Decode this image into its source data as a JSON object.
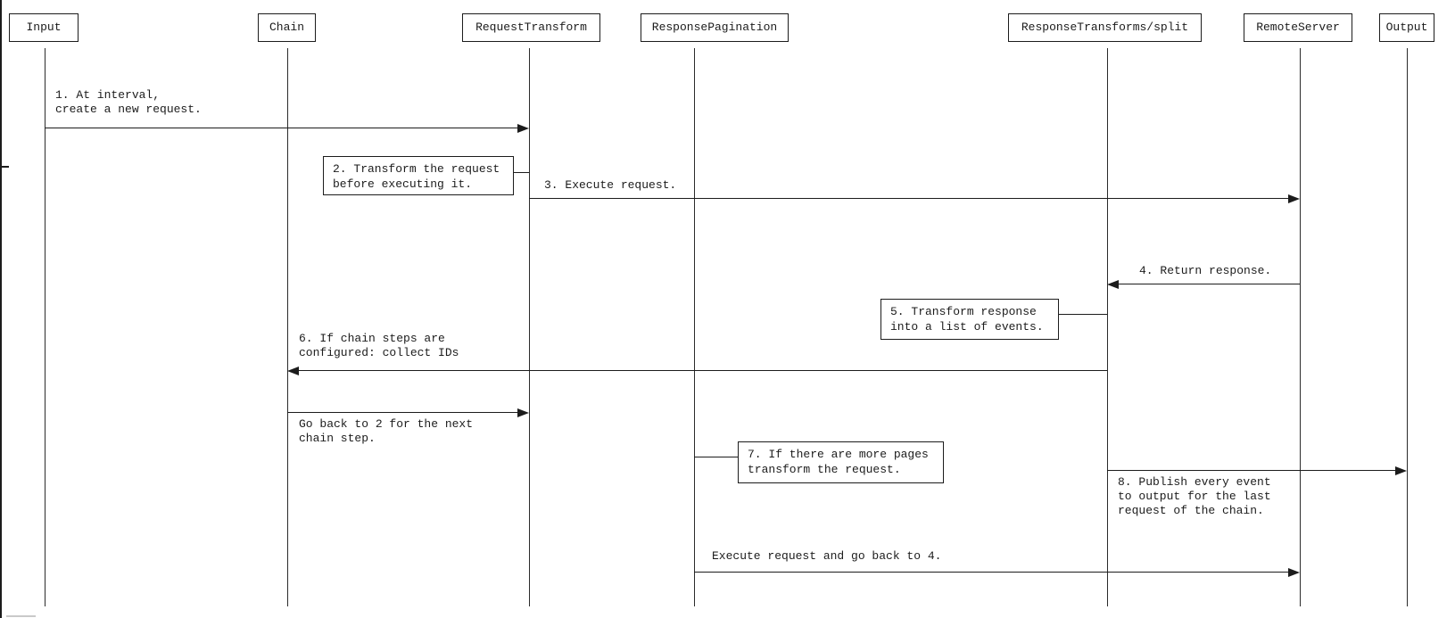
{
  "diagram": {
    "type": "sequence-diagram",
    "colors": {
      "line": "#1c1c1c",
      "text": "#1c1c1c",
      "background": "#ffffff"
    },
    "actors": [
      {
        "label": "Input"
      },
      {
        "label": "Chain"
      },
      {
        "label": "RequestTransform"
      },
      {
        "label": "ResponsePagination"
      },
      {
        "label": "ResponseTransforms/split"
      },
      {
        "label": "RemoteServer"
      },
      {
        "label": "Output"
      }
    ],
    "messages": {
      "m1": {
        "from": "Input",
        "to": "RequestTransform",
        "line1": "1. At interval,",
        "line2": "create a new request."
      },
      "m3": {
        "from": "RequestTransform",
        "to": "RemoteServer",
        "line1": "3. Execute request."
      },
      "m4": {
        "from": "RemoteServer",
        "to": "ResponseTransforms/split",
        "line1": "4. Return response."
      },
      "m6": {
        "from": "ResponseTransforms/split",
        "to": "Chain",
        "line1": "6. If chain steps are",
        "line2": "configured: collect IDs"
      },
      "go_back": {
        "from": "Chain",
        "to": "RequestTransform",
        "line1": "Go back to 2 for the next",
        "line2": "chain step."
      },
      "m8": {
        "from": "ResponseTransforms/split",
        "to": "Output",
        "line1": "8. Publish every event",
        "line2": "to output for the last",
        "line3": "request of the chain."
      },
      "execute_again": {
        "from": "ResponsePagination",
        "to": "RemoteServer",
        "line1": "Execute request and go back to 4."
      }
    },
    "notes": {
      "n2": {
        "attached_to": "RequestTransform",
        "line1": "2. Transform the request",
        "line2": "before executing it."
      },
      "n5": {
        "attached_to": "ResponseTransforms/split",
        "line1": "5. Transform response",
        "line2": "into a list of events."
      },
      "n7": {
        "attached_to": "ResponsePagination",
        "line1": "7. If there are more pages",
        "line2": "transform the request."
      }
    }
  }
}
